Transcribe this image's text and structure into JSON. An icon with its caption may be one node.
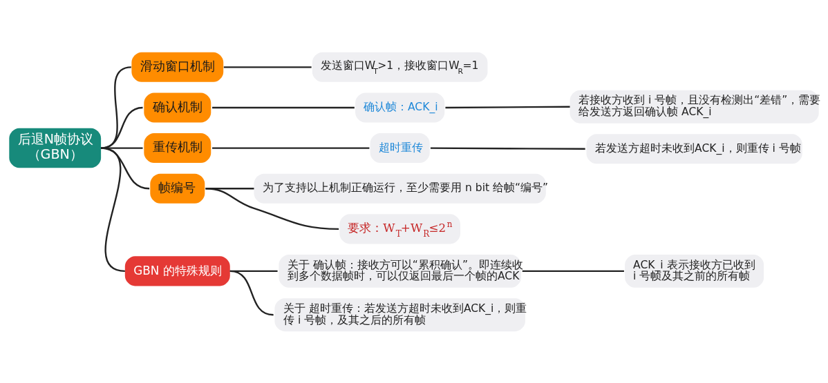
{
  "diagram": {
    "nodes": [
      {
        "text": [
          "后退N帧协议（GBN）"
        ]
      },
      {
        "text": [
          "滑动窗口机制"
        ]
      },
      {
        "text": [
          "发送窗口W$_{T}$>1，接收窗口W$_{R}$=1"
        ]
      },
      {
        "text": [
          "确认机制"
        ]
      },
      {
        "text": [
          "确认帧：ACK_i"
        ]
      },
      {
        "text": [
          "若接收方收到 i 号帧，且没有检测出“差错”，需要给发送方返回确认帧 ACK_i"
        ]
      },
      {
        "text": [
          "重传机制"
        ]
      },
      {
        "text": [
          "超时重传"
        ]
      },
      {
        "text": [
          "若发送方超时未收到ACK_i，则重传 i 号帧"
        ]
      },
      {
        "text": [
          "帧编号"
        ]
      },
      {
        "text": [
          "为了支持以上机制正确运行，至少需要用 n bit 给帧“编号”"
        ]
      },
      {
        "text": [
          "要求：W$_{T}$+W$_{R}$≤2$^{n}$"
        ]
      },
      {
        "text": [
          "GBN 的特殊规则"
        ]
      },
      {
        "text": [
          "关于 确认帧：接收方可以“累积确认”。即连续收到多个数据帧时，可以仅返回最后一个帧的ACK"
        ]
      },
      {
        "text": [
          "ACK_i 表示接收方已收到 i 号帧及其之前的所有帧"
        ]
      },
      {
        "text": [
          "关于 超时重传：若发送方超时未收到ACK_i，则重传 i 号帧，及其之后的所有帧"
        ]
      }
    ],
    "edges": [
      {
        "from": 0,
        "to": 1,
        "arrow": "none"
      },
      {
        "from": 1,
        "to": 2,
        "arrow": "none"
      },
      {
        "from": 0,
        "to": 3,
        "arrow": "none"
      },
      {
        "from": 3,
        "to": 4,
        "arrow": "none"
      },
      {
        "from": 4,
        "to": 5,
        "arrow": "none"
      },
      {
        "from": 0,
        "to": 6,
        "arrow": "none"
      },
      {
        "from": 6,
        "to": 7,
        "arrow": "none"
      },
      {
        "from": 7,
        "to": 8,
        "arrow": "none"
      },
      {
        "from": 0,
        "to": 9,
        "arrow": "none"
      },
      {
        "from": 9,
        "to": 10,
        "arrow": "none"
      },
      {
        "from": 9,
        "to": 11,
        "arrow": "none"
      },
      {
        "from": 0,
        "to": 12,
        "arrow": "none"
      },
      {
        "from": 12,
        "to": 13,
        "arrow": "none"
      },
      {
        "from": 13,
        "to": 14,
        "arrow": "none"
      },
      {
        "from": 12,
        "to": 15,
        "arrow": "none"
      }
    ]
  }
}
